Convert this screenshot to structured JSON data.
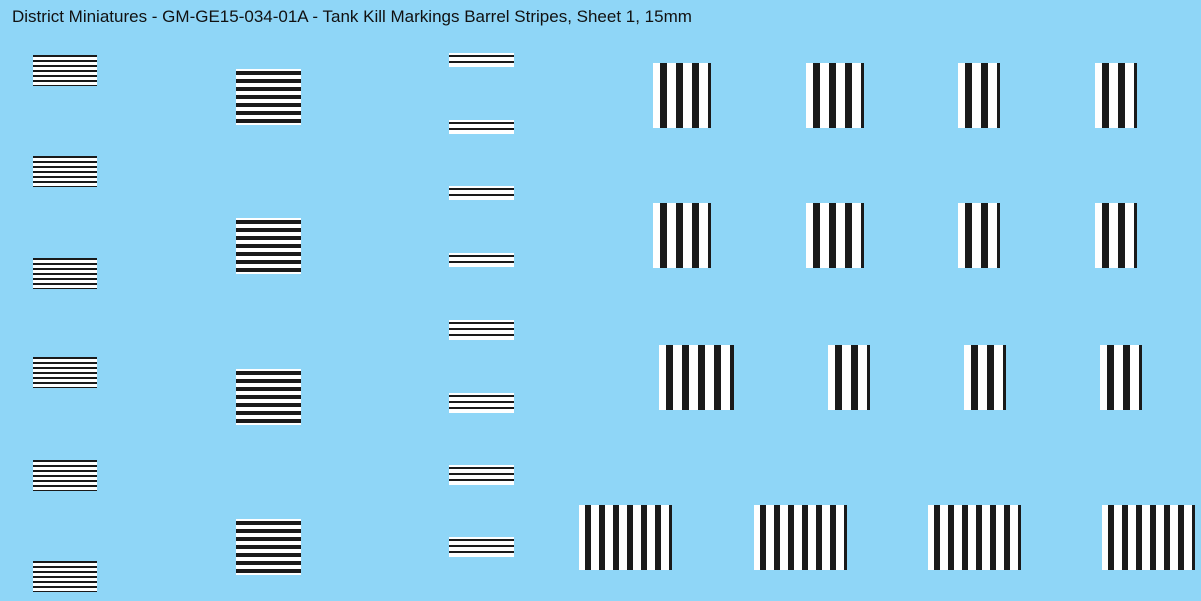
{
  "sheet": {
    "title": "District Miniatures - GM-GE15-034-01A - Tank Kill Markings Barrel Stripes, Sheet 1, 15mm",
    "background_color": "#8fd6f7",
    "stripe_color": "#1a1a1a",
    "decal_color": "#ffffff"
  },
  "decals": {
    "column_1": {
      "count": 6,
      "style": "horizontal-stripes",
      "stripes_each": 6
    },
    "column_2": {
      "count": 4,
      "style": "horizontal-stripes",
      "stripes_each": 6
    },
    "column_3": {
      "count": 8,
      "style": "horizontal-stripes",
      "stripes_each": 3
    },
    "grid_rows": [
      {
        "count": 4,
        "style": "vertical-stripes",
        "stripes_each": [
          4,
          4,
          2,
          2
        ]
      },
      {
        "count": 4,
        "style": "vertical-stripes",
        "stripes_each": [
          4,
          4,
          2,
          2
        ]
      },
      {
        "count": 4,
        "style": "vertical-stripes",
        "stripes_each": [
          5,
          2,
          2,
          2
        ]
      },
      {
        "count": 4,
        "style": "vertical-stripes",
        "stripes_each": [
          6,
          6,
          6,
          6
        ]
      }
    ]
  }
}
